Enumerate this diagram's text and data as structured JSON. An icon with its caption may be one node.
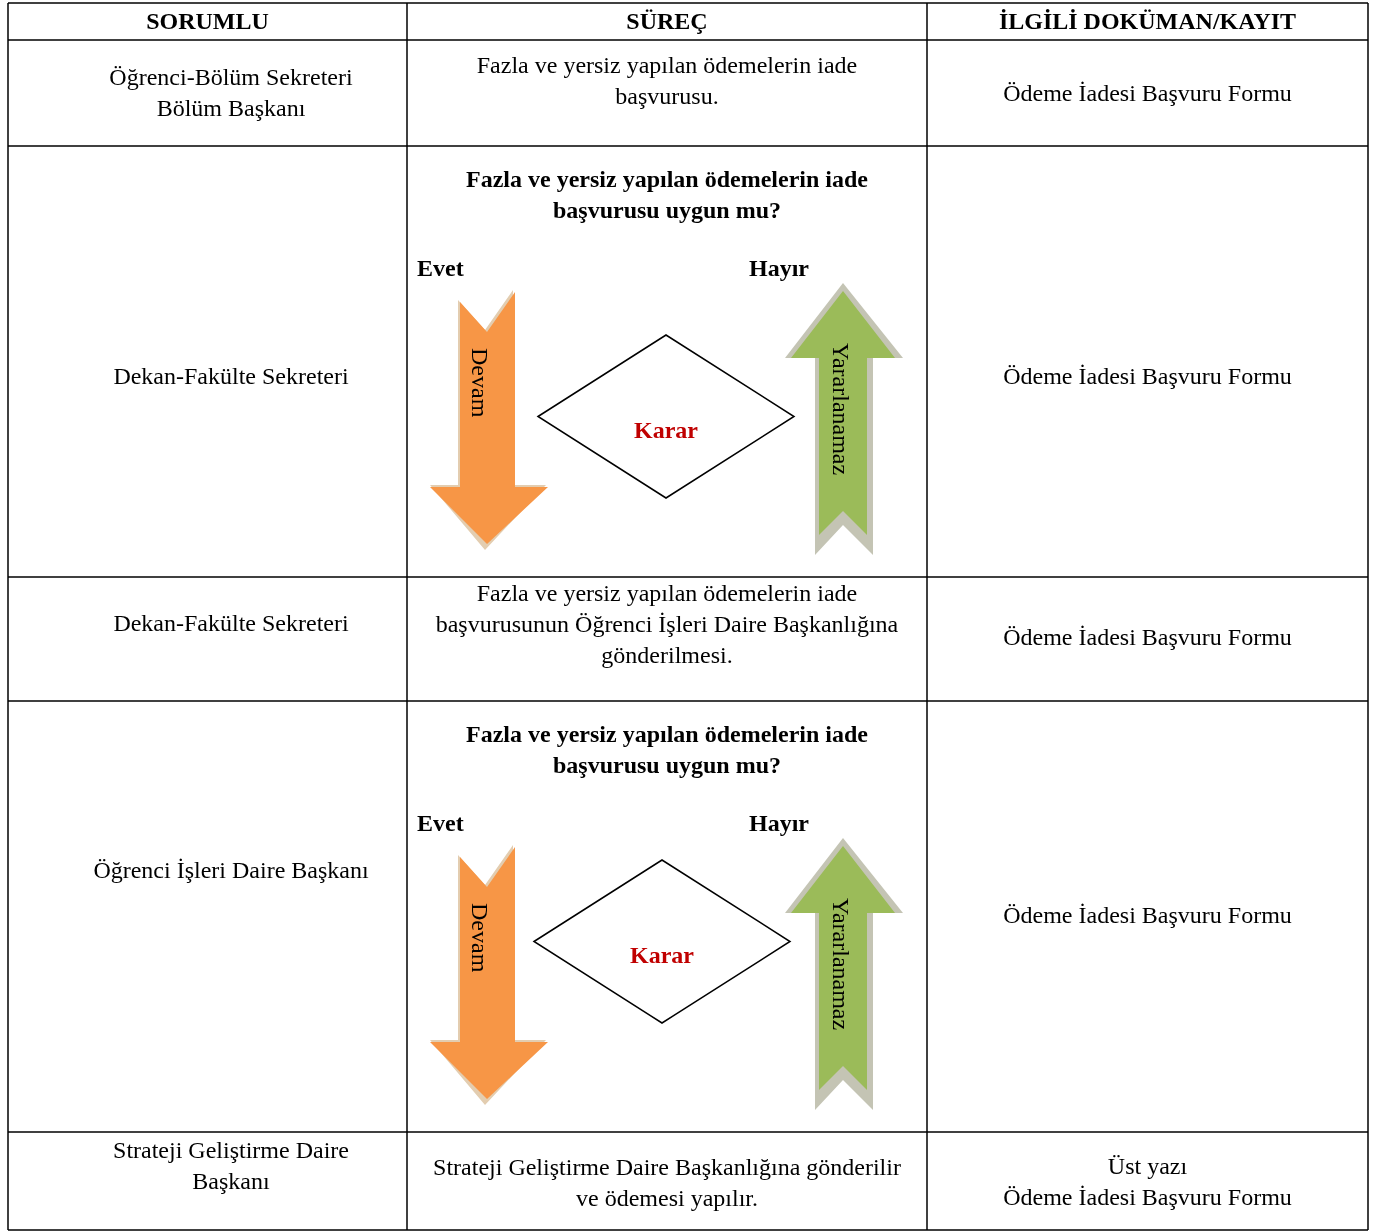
{
  "diagram": {
    "nodes": [
      {
        "text": [
          "Karar"
        ]
      },
      {
        "text": [
          "Devam"
        ],
        "beside": [
          "Evet"
        ]
      },
      {
        "text": [
          "Yararlanamaz"
        ],
        "beside": [
          "Hayır"
        ]
      },
      {
        "text": [
          "Karar"
        ]
      },
      {
        "text": [
          "Devam"
        ],
        "beside": [
          "Evet"
        ]
      },
      {
        "text": [
          "Yararlanamaz"
        ],
        "beside": [
          "Hayır"
        ]
      }
    ],
    "labels": [
      "SORUMLU",
      "SÜREÇ",
      "İLGİLİ DOKÜMAN/KAYIT",
      "Öğrenci-Bölüm Sekreteri",
      "Bölüm Başkanı",
      "Fazla ve yersiz yapılan ödemelerin iade başvurusu.",
      "Ödeme İadesi Başvuru Formu",
      "Dekan-Fakülte Sekreteri",
      "Fazla ve yersiz yapılan ödemelerin iade başvurusu uygun mu?",
      "Ödeme İadesi Başvuru Formu",
      "Dekan-Fakülte Sekreteri",
      "Fazla ve yersiz yapılan ödemelerin iade başvurusunun Öğrenci İşleri Daire Başkanlığına gönderilmesi.",
      "Ödeme İadesi Başvuru Formu",
      "Öğrenci İşleri Daire Başkanı",
      "Fazla ve yersiz yapılan ödemelerin iade başvurusu uygun mu?",
      "Ödeme İadesi Başvuru Formu",
      "Strateji Geliştirme Daire Başkanı",
      "Strateji Geliştirme Daire Başkanlığına gönderilir ve ödemesi yapılır.",
      "Üst yazı",
      "Ödeme İadesi Başvuru Formu"
    ]
  }
}
